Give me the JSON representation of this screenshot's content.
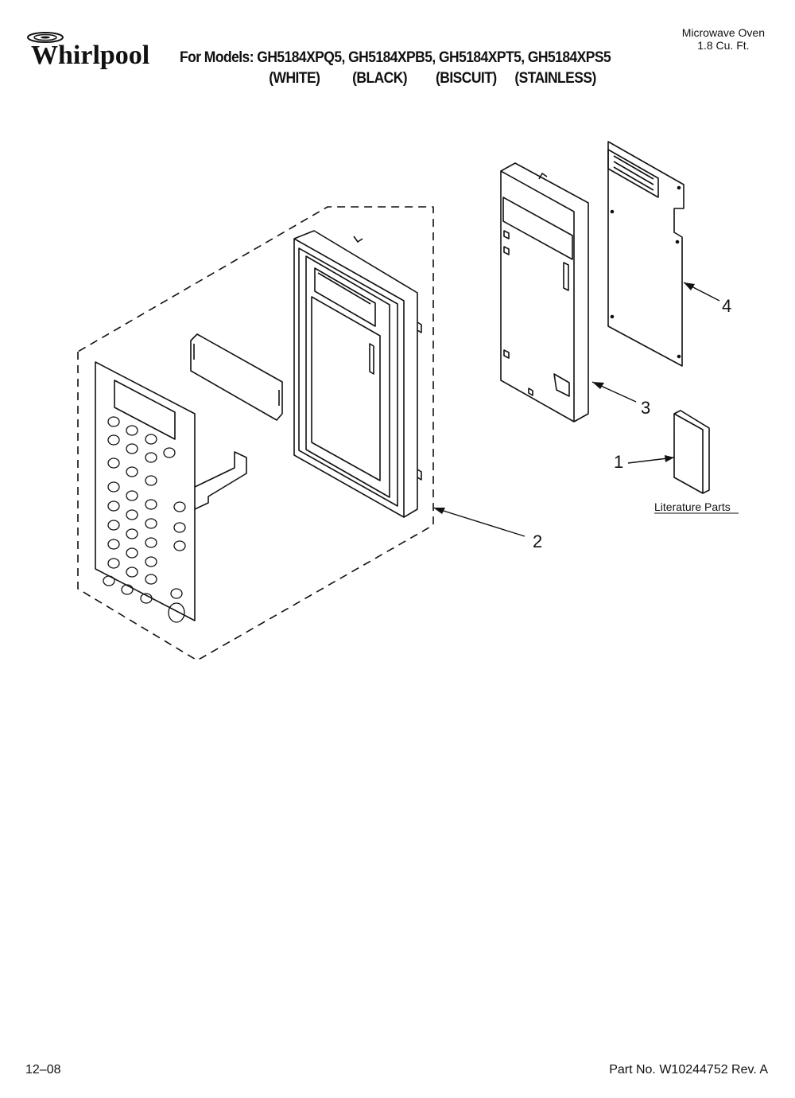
{
  "brand": "Whirlpool",
  "header": {
    "models_line": "For Models: GH5184XPQ5, GH5184XPB5, GH5184XPT5, GH5184XPS5",
    "colors": [
      "(WHITE)",
      "(BLACK)",
      "(BISCUIT)",
      "(STAINLESS)"
    ]
  },
  "product": {
    "name": "Microwave Oven",
    "capacity": "1.8 Cu. Ft."
  },
  "callouts": {
    "c1": "1",
    "c2": "2",
    "c3": "3",
    "c4": "4",
    "literature_label": "Literature Parts"
  },
  "footer": {
    "date": "12–08",
    "part_number": "Part No. W10244752 Rev. A"
  }
}
